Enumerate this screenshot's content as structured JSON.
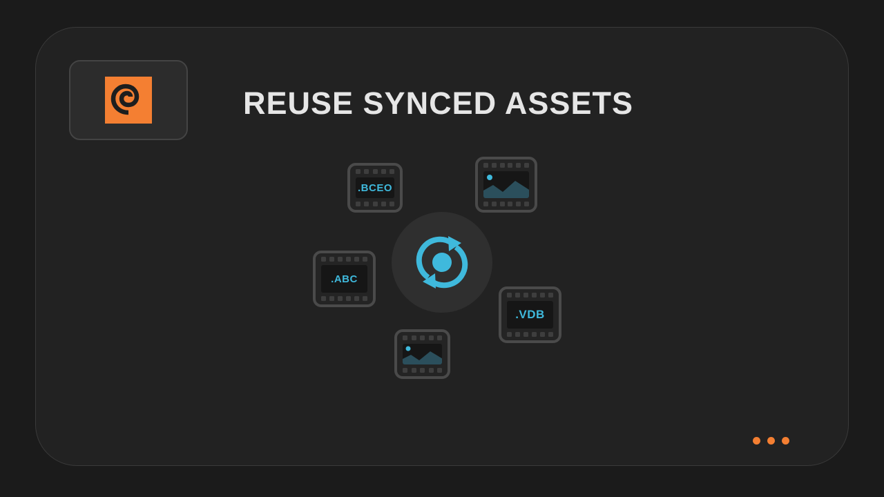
{
  "title": "REUSE SYNCED ASSETS",
  "colors": {
    "accent": "#3fb9dc",
    "brand": "#f47f32",
    "card_bg": "#222222",
    "page_bg": "#1b1b1b"
  },
  "logo": {
    "icon": "houdini-swirl-logo"
  },
  "hub": {
    "icon": "sync-icon"
  },
  "assets": [
    {
      "label": ".BCEO",
      "kind": "file"
    },
    {
      "label": "",
      "kind": "image-thumbnail"
    },
    {
      "label": ".ABC",
      "kind": "file"
    },
    {
      "label": ".VDB",
      "kind": "file"
    },
    {
      "label": "",
      "kind": "image-thumbnail"
    }
  ],
  "pager": {
    "dots": 3
  }
}
